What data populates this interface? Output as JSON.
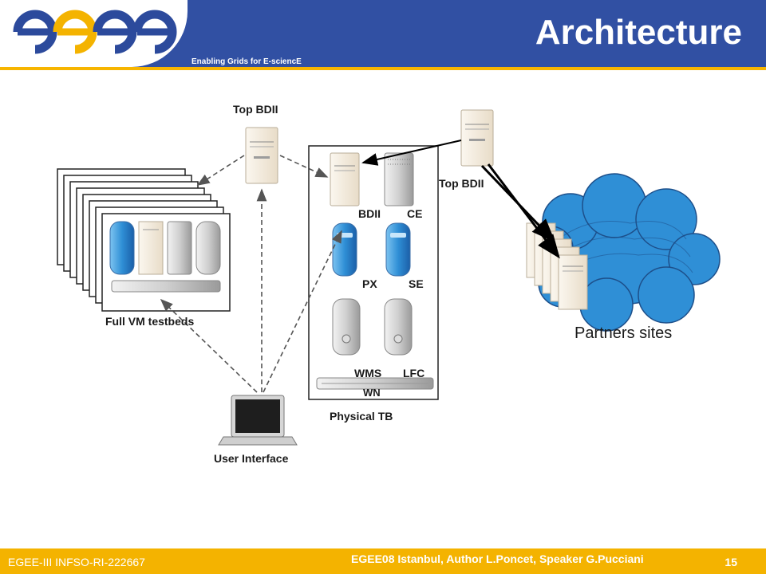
{
  "header": {
    "logo_text": "egee",
    "tagline": "Enabling Grids for E-sciencE",
    "title": "Architecture"
  },
  "diagram": {
    "nodes": {
      "top_bdii_left": "Top BDII",
      "top_bdii_right": "Top BDII",
      "full_vm_testbeds": "Full VM testbeds",
      "physical_tb": "Physical TB",
      "user_interface": "User Interface",
      "partners_sites": "Partners sites"
    },
    "physical_tb_services": {
      "bdii": "BDII",
      "ce": "CE",
      "px": "PX",
      "se": "SE",
      "wms": "WMS",
      "lfc": "LFC",
      "wn": "WN"
    },
    "colors": {
      "header_blue": "#3150a3",
      "accent_yellow": "#f4b300",
      "server_beige": "#f3ece0",
      "mac_blue": "#2f8fd6"
    }
  },
  "footer": {
    "project_id": "EGEE-III INFSO-RI-222667",
    "event_credit": "EGEE08 Istanbul, Author L.Poncet, Speaker G.Pucciani",
    "page_number": "15"
  }
}
